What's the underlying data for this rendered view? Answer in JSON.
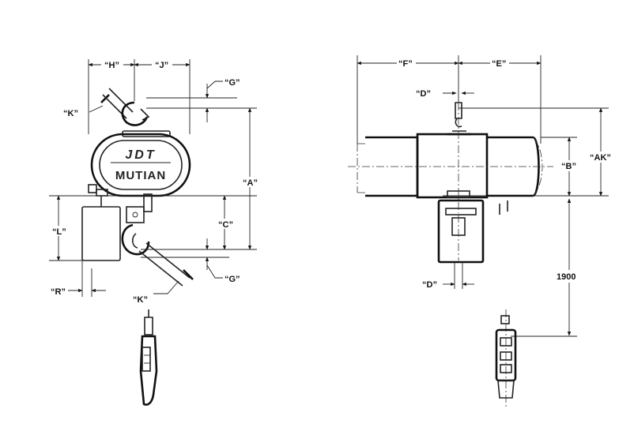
{
  "brand": {
    "line1": "JDT",
    "line2": "MUTIAN"
  },
  "labels": {
    "H": "“H”",
    "J": "“J”",
    "G_top": "“G”",
    "K_top": "“K”",
    "A": "“A”",
    "C": "“C”",
    "L": "“L”",
    "G_bottom": "“G”",
    "R": "“R”",
    "K_bottom": "“K”",
    "F": "“F”",
    "E": "“E”",
    "D_top": "“D”",
    "B": "“B”",
    "AK": "“AK”",
    "D_bottom": "“D”",
    "pendant_drop": "1900"
  }
}
